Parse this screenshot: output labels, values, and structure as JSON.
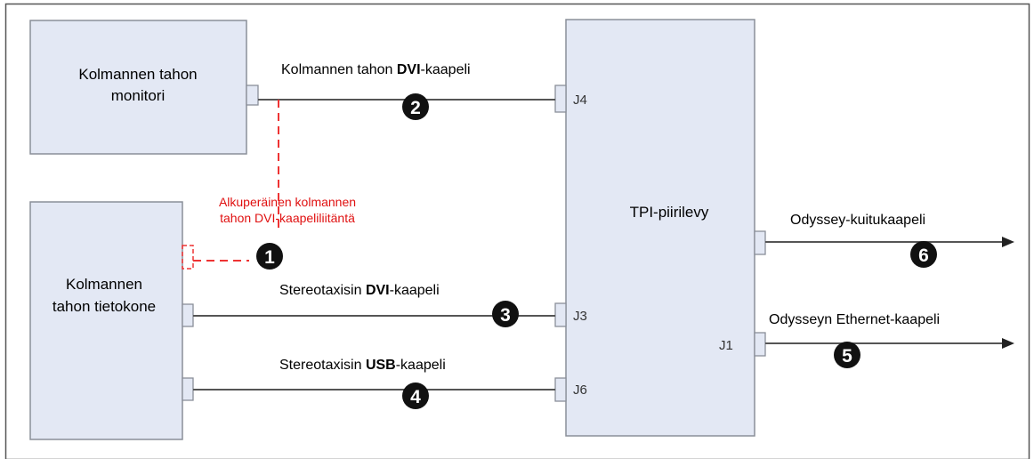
{
  "components": {
    "monitor": [
      "Kolmannen tahon",
      "monitori"
    ],
    "computer": [
      "Kolmannen",
      "tahon tietokone"
    ],
    "tpi_board": "TPI-piirilevy"
  },
  "ports": {
    "j4": "J4",
    "j3": "J3",
    "j6": "J6",
    "j1": "J1"
  },
  "cables": {
    "third_party_dvi": {
      "prefix": "Kolmannen tahon ",
      "bold": "DVI",
      "suffix": "-kaapeli"
    },
    "stereotaxis_dvi": {
      "prefix": "Stereotaxisin ",
      "bold": "DVI",
      "suffix": "-kaapeli"
    },
    "stereotaxis_usb": {
      "prefix": "Stereotaxisin ",
      "bold": "USB",
      "suffix": "-kaapeli"
    },
    "odyssey_fiber": "Odyssey-kuitukaapeli",
    "odyssey_ethernet": "Odysseyn Ethernet-kaapeli"
  },
  "original_connection_note": [
    "Alkuperäinen kolmannen",
    "tahon DVI-kaapeliliitäntä"
  ],
  "markers": [
    "1",
    "2",
    "3",
    "4",
    "5",
    "6"
  ],
  "colors": {
    "box_fill": "#e3e8f4",
    "box_stroke": "#8a8f99",
    "line": "#555555",
    "dashed": "#ee3333",
    "marker": "#111111"
  }
}
